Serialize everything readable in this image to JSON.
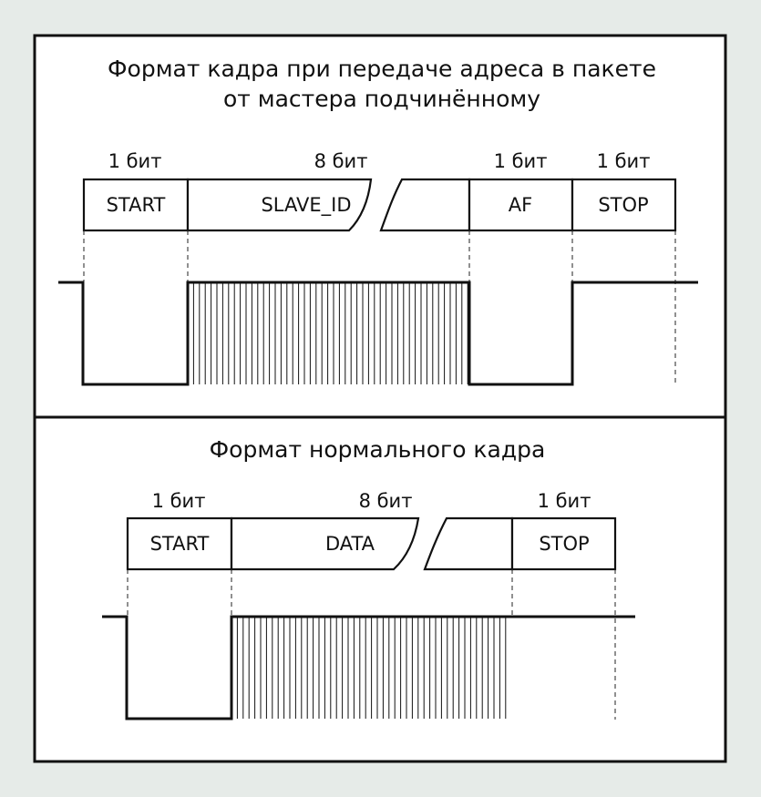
{
  "colors": {
    "background": "#e6ebe8",
    "panel": "#ffffff",
    "ink": "#111111"
  },
  "frame_address": {
    "title_line1": "Формат кадра при передаче адреса в пакете",
    "title_line2": "от мастера подчинённому",
    "bit_labels": {
      "start": "1 бит",
      "slave_id": "8 бит",
      "af": "1 бит",
      "stop": "1 бит"
    },
    "fields": {
      "start": "START",
      "slave_id": "SLAVE_ID",
      "af": "AF",
      "stop": "STOP"
    }
  },
  "frame_normal": {
    "title": "Формат нормального кадра",
    "bit_labels": {
      "start": "1 бит",
      "data": "8 бит",
      "stop": "1 бит"
    },
    "fields": {
      "start": "START",
      "data": "DATA",
      "stop": "STOP"
    }
  }
}
